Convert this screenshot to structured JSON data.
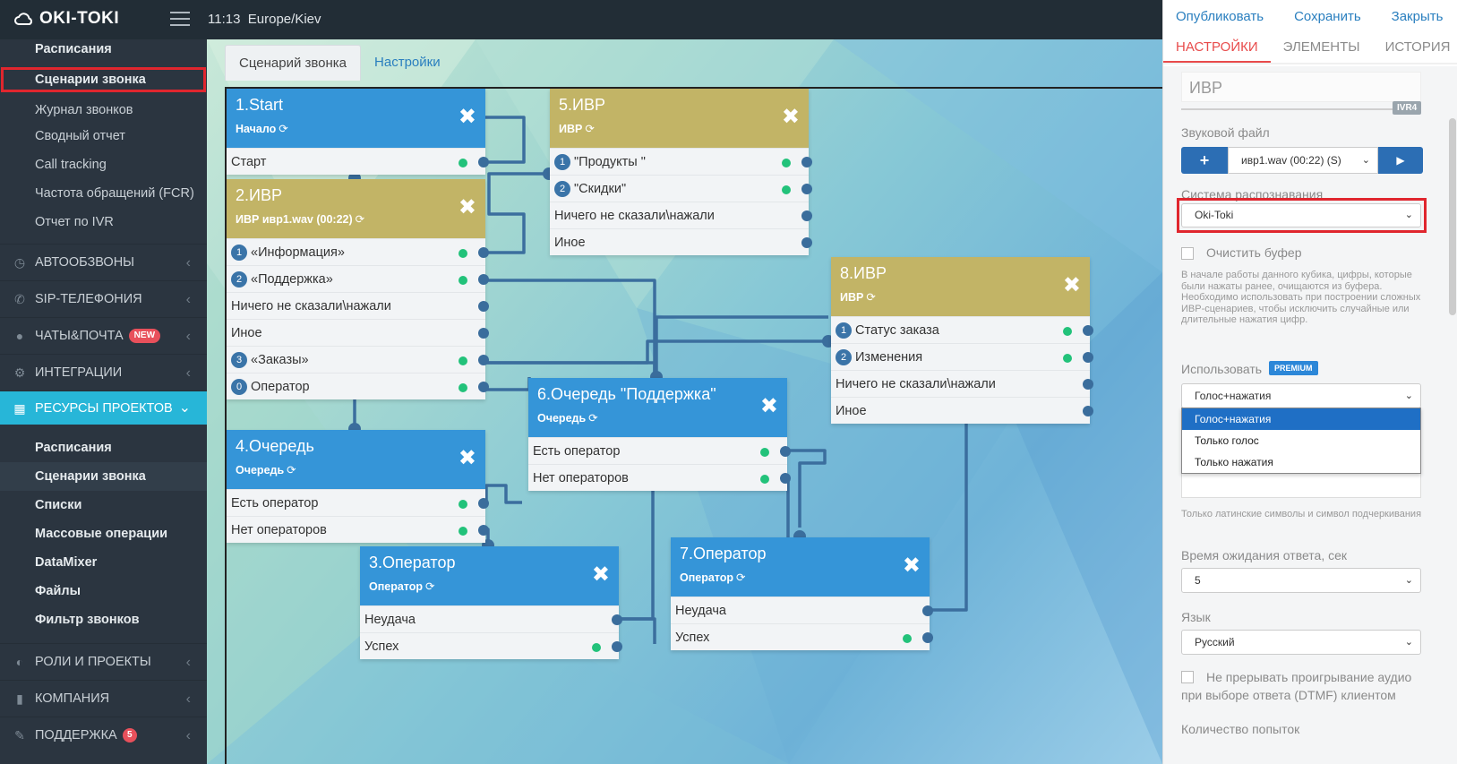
{
  "topbar": {
    "logo": "OKI-TOKI",
    "clock": "11:13",
    "timezone": "Europe/Kiev"
  },
  "sidebar": {
    "top_items": [
      {
        "label": "Расписания"
      },
      {
        "label": "Сценарии звонка"
      },
      {
        "label": "Журнал звонков"
      },
      {
        "label": "Сводный отчет"
      },
      {
        "label": "Call tracking"
      },
      {
        "label": "Частота обращений (FCR)"
      },
      {
        "label": "Отчет по IVR"
      }
    ],
    "sections": [
      {
        "label": "АВТООБЗВОНЫ",
        "icon": "clock-icon"
      },
      {
        "label": "SIP-ТЕЛЕФОНИЯ",
        "icon": "phone-icon"
      },
      {
        "label": "ЧАТЫ&ПОЧТА",
        "icon": "chat-icon",
        "badge": "NEW"
      },
      {
        "label": "ИНТЕГРАЦИИ",
        "icon": "gears-icon"
      },
      {
        "label": "РЕСУРСЫ ПРОЕКТОВ",
        "icon": "grid-icon"
      }
    ],
    "resource_items": [
      {
        "label": "Расписания"
      },
      {
        "label": "Сценарии звонка"
      },
      {
        "label": "Списки"
      },
      {
        "label": "Массовые операции"
      },
      {
        "label": "DataMixer"
      },
      {
        "label": "Файлы"
      },
      {
        "label": "Фильтр звонков"
      }
    ],
    "bottom_sections": [
      {
        "label": "РОЛИ И ПРОЕКТЫ",
        "icon": "toggle-icon"
      },
      {
        "label": "КОМПАНИЯ",
        "icon": "bar-chart-icon"
      },
      {
        "label": "ПОДДЕРЖКА",
        "icon": "wrench-icon",
        "badge": "5"
      }
    ]
  },
  "main": {
    "tabs": [
      {
        "label": "Сценарий звонка"
      },
      {
        "label": "Настройки"
      }
    ]
  },
  "nodes": {
    "start": {
      "title": "1.Start",
      "subtitle": "Начало",
      "rows": [
        {
          "label": "Старт"
        }
      ]
    },
    "ivr2": {
      "title": "2.ИВР",
      "subtitle": "ИВР ивр1.wav (00:22)",
      "rows": [
        {
          "num": "1",
          "label": "«Информация»"
        },
        {
          "num": "2",
          "label": "«Поддержка»"
        },
        {
          "num": "",
          "label": "Ничего не сказали\\нажали"
        },
        {
          "num": "",
          "label": "Иное"
        },
        {
          "num": "3",
          "label": "«Заказы»"
        },
        {
          "num": "0",
          "label": "Оператор"
        }
      ]
    },
    "ivr5": {
      "title": "5.ИВР",
      "subtitle": "ИВР",
      "rows": [
        {
          "num": "1",
          "label": "\"Продукты \""
        },
        {
          "num": "2",
          "label": "\"Скидки\""
        },
        {
          "num": "",
          "label": "Ничего не сказали\\нажали"
        },
        {
          "num": "",
          "label": "Иное"
        }
      ]
    },
    "queue4": {
      "title": "4.Очередь",
      "subtitle": "Очередь",
      "rows": [
        {
          "label": "Есть оператор"
        },
        {
          "label": "Нет операторов"
        }
      ]
    },
    "queue6": {
      "title": "6.Очередь \"Поддержка\"",
      "subtitle": "Очередь",
      "rows": [
        {
          "label": "Есть оператор"
        },
        {
          "label": "Нет операторов"
        }
      ]
    },
    "ivr8": {
      "title": "8.ИВР",
      "subtitle": "ИВР",
      "rows": [
        {
          "num": "1",
          "label": "Статус заказа"
        },
        {
          "num": "2",
          "label": "Изменения"
        },
        {
          "num": "",
          "label": "Ничего не сказали\\нажали"
        },
        {
          "num": "",
          "label": "Иное"
        }
      ]
    },
    "op3": {
      "title": "3.Оператор",
      "subtitle": "Оператор",
      "rows": [
        {
          "label": "Неудача"
        },
        {
          "label": "Успех"
        }
      ]
    },
    "op7": {
      "title": "7.Оператор",
      "subtitle": "Оператор",
      "rows": [
        {
          "label": "Неудача"
        },
        {
          "label": "Успех"
        }
      ]
    }
  },
  "panel": {
    "actions": {
      "publish": "Опубликовать",
      "save": "Сохранить",
      "close": "Закрыть"
    },
    "tabs": [
      {
        "label": "НАСТРОЙКИ"
      },
      {
        "label": "ЭЛЕМЕНТЫ"
      },
      {
        "label": "ИСТОРИЯ"
      }
    ],
    "name_value": "ИВР",
    "code_badge": "IVR4",
    "sound_label": "Звуковой файл",
    "sound_add": "+",
    "sound_value": "ивр1.wav (00:22) (S)",
    "recog_label": "Система распознавания",
    "recog_value": "Oki-Toki",
    "clear_label": "Очистить буфер",
    "clear_help": "В начале работы данного кубика, цифры, которые были нажаты ранее, очищаются из буфера. Необходимо использовать при построении сложных ИВР-сценариев, чтобы исключить случайные или длительные нажатия цифр.",
    "use_label": "Использовать",
    "premium": "PREMIUM",
    "use_value": "Голос+нажатия",
    "use_options": [
      {
        "label": "Голос+нажатия"
      },
      {
        "label": "Только голос"
      },
      {
        "label": "Только нажатия"
      }
    ],
    "latin_help": "Только латинские символы и символ подчеркивания",
    "wait_label": "Время ожидания ответа, сек",
    "wait_value": "5",
    "lang_label": "Язык",
    "lang_value": "Русский",
    "dtmf_label": "Не прерывать проигрывание аудио при выборе ответа (DTMF) клиентом",
    "attempts_label": "Количество попыток"
  },
  "colors": {
    "accent": "#27b6d8",
    "node_blue": "#3595d8",
    "node_olive": "#c2b466",
    "highlight": "#e0262e",
    "tab_active": "#e84b4b"
  }
}
